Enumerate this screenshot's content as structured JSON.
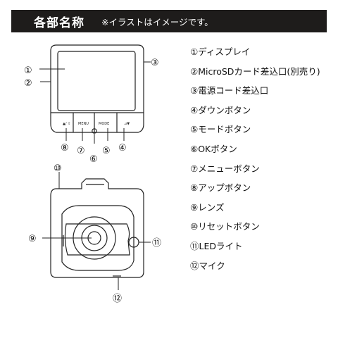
{
  "header": {
    "title": "各部名称",
    "note": "※イラストはイメージです。"
  },
  "callouts": {
    "c1": "①",
    "c2": "②",
    "c3": "③",
    "c4": "④",
    "c5": "⑤",
    "c6": "⑥",
    "c7": "⑦",
    "c8": "⑧",
    "c9": "⑨",
    "c10": "⑩",
    "c11": "⑪",
    "c12": "⑫"
  },
  "buttons": {
    "up": "▲/ ⇧",
    "menu": "MENU",
    "mode": "MODE",
    "down": "⊿▼"
  },
  "legend": [
    "①ディスプレイ",
    "②MicroSDカード差込口(別売り)",
    "③電源コード差込口",
    "④ダウンボタン",
    "⑤モードボタン",
    "⑥OKボタン",
    "⑦メニューボタン",
    "⑧アップボタン",
    "⑨レンズ",
    "⑩リセットボタン",
    "⑪LEDライト",
    "⑫マイク"
  ]
}
